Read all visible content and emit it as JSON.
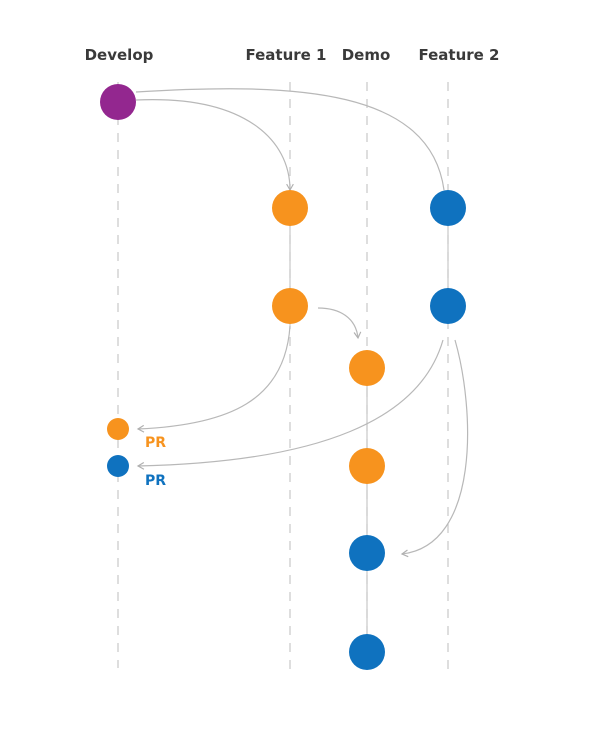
{
  "lanes": {
    "develop": "Develop",
    "feature1": "Feature 1",
    "demo": "Demo",
    "feature2": "Feature 2"
  },
  "pr_labels": {
    "orange": "PR",
    "blue": "PR"
  },
  "colors": {
    "purple": "#93278f",
    "orange": "#f7931e",
    "blue": "#0f72bf",
    "lane_line": "#c8c8c8",
    "arrow": "#b8b8b8",
    "label_text": "#3a3a3a"
  }
}
